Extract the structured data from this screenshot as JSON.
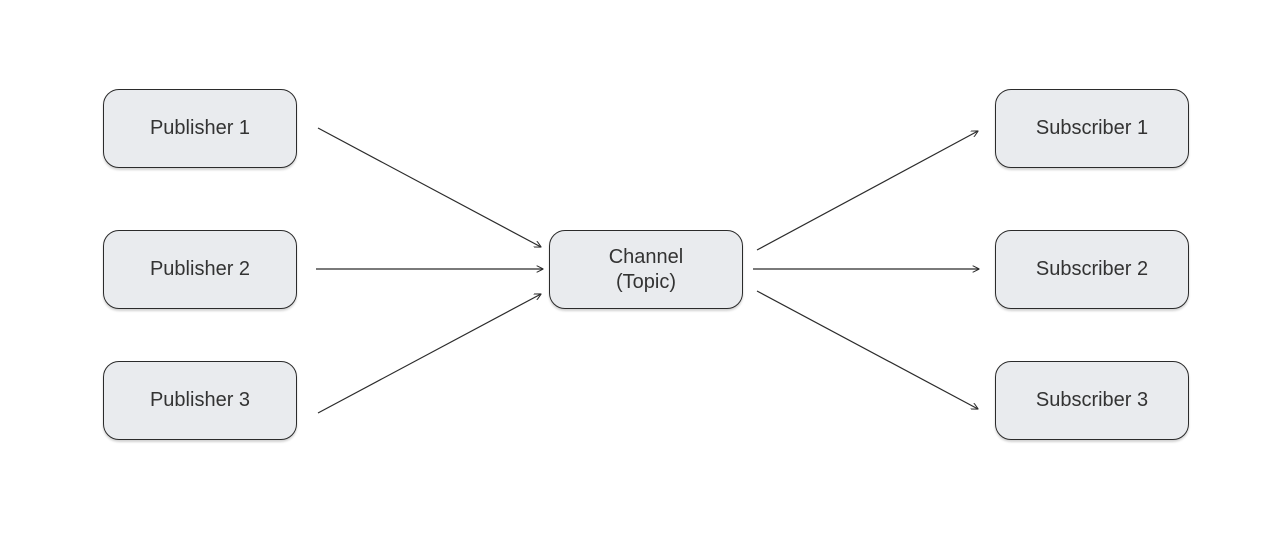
{
  "publishers": [
    {
      "label": "Publisher 1"
    },
    {
      "label": "Publisher 2"
    },
    {
      "label": "Publisher 3"
    }
  ],
  "channel": {
    "line1": "Channel",
    "line2": "(Topic)"
  },
  "subscribers": [
    {
      "label": "Subscriber 1"
    },
    {
      "label": "Subscriber 2"
    },
    {
      "label": "Subscriber 3"
    }
  ],
  "colors": {
    "node_fill": "#e9ebee",
    "stroke": "#2b2b2b",
    "text": "#333333"
  }
}
